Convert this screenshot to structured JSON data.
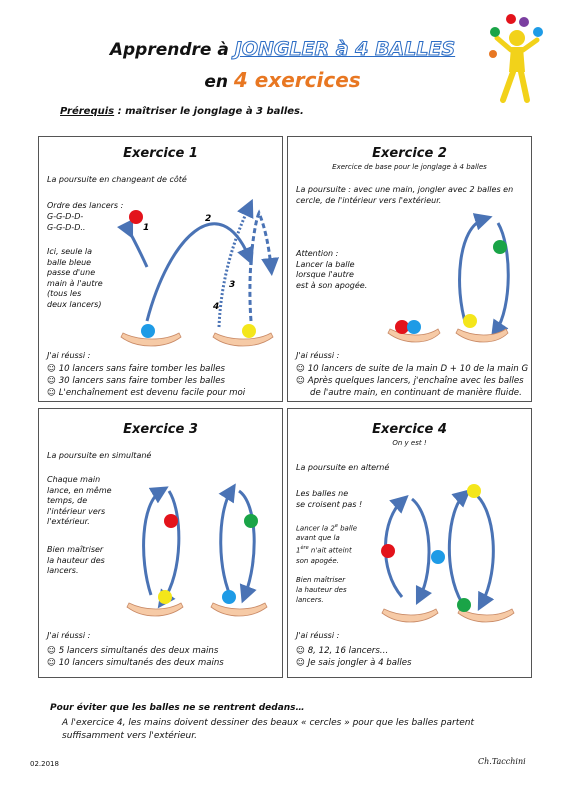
{
  "header": {
    "title_prefix": "Apprendre à ",
    "title_highlight": "JONGLER à 4 BALLES",
    "subtitle_prefix": "en ",
    "subtitle_highlight": "4 exercices",
    "prereq_label": "Prérequis",
    "prereq_text": " : maîtriser le jonglage à 3 balles."
  },
  "colors": {
    "red": "#e3131b",
    "blue": "#1e9be6",
    "yellow": "#f4e61b",
    "green": "#1aa447",
    "arrow": "#4a73b5",
    "hand": "#f6caa6"
  },
  "ex1": {
    "title": "Exercice 1",
    "desc": "La poursuite en changeant de côté",
    "order_label": "Ordre des lancers :",
    "order_l1": "G-G-D-D-",
    "order_l2": "G-G-D-D..",
    "note": [
      "Ici, seule la",
      "balle bleue",
      "passe d'une",
      "main à l'autre",
      "(tous les",
      "deux lancers)"
    ],
    "numbers": [
      "1",
      "2",
      "3",
      "4"
    ],
    "done_label": "J'ai réussi :",
    "done": [
      "☺ 10 lancers sans faire tomber les balles",
      "☺ 30 lancers sans faire tomber les balles",
      "☺ L'enchaînement est devenu facile pour moi"
    ]
  },
  "ex2": {
    "title": "Exercice 2",
    "sub": "Exercice de base pour le jonglage à 4 balles",
    "desc_l1": "La poursuite : avec une main, jongler avec 2 balles en",
    "desc_l2": "cercle, de l'intérieur vers l'extérieur.",
    "note": [
      "Attention :",
      "Lancer la balle",
      "lorsque l'autre",
      "est à son apogée."
    ],
    "done_label": "J'ai réussi :",
    "done1": "☺ 10 lancers de suite de la main D + 10 de la main G",
    "done2a": "☺ Après quelques lancers, j'enchaîne avec les balles",
    "done2b": "de l'autre main, en continuant de manière fluide."
  },
  "ex3": {
    "title": "Exercice 3",
    "desc": "La poursuite en simultané",
    "note1": [
      "Chaque main",
      "lance, en même",
      "temps, de",
      "l'intérieur vers",
      "l'extérieur."
    ],
    "note2": [
      "Bien maîtriser",
      "la hauteur des",
      "lancers."
    ],
    "done_label": "J'ai réussi :",
    "done": [
      "☺ 5 lancers simultanés des deux mains",
      "☺ 10 lancers simultanés des deux mains"
    ]
  },
  "ex4": {
    "title": "Exercice 4",
    "sub": "On y est !",
    "desc": "La poursuite en alterné",
    "note1": [
      "Les balles ne",
      "se croisent pas !"
    ],
    "note2_l1": "Lancer la 2",
    "note2_sup1": "e",
    "note2_l1b": " balle",
    "note2_l2": "avant que la",
    "note2_l3": "1",
    "note2_sup2": "ère",
    "note2_l3b": " n'ait atteint",
    "note2_l4": "son apogée.",
    "note3": [
      "Bien maîtriser",
      "la hauteur des",
      "lancers."
    ],
    "done_label": "J'ai réussi :",
    "done": [
      "☺ 8, 12, 16 lancers…",
      "☺ Je sais jongler à 4 balles"
    ]
  },
  "footer": {
    "bold": "Pour éviter que les balles ne se rentrent dedans…",
    "l1": "A l'exercice 4, les mains doivent dessiner des beaux « cercles » pour que les balles partent",
    "l2": "suffisamment vers l'extérieur.",
    "date": "02.2018",
    "signature": "Ch.Tacchini"
  }
}
